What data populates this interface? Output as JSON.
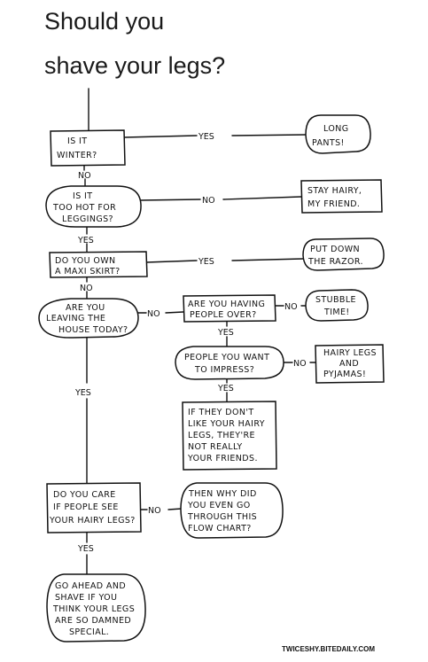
{
  "title": [
    "Should you",
    "shave your legs?"
  ],
  "credit": "TWICESHY.BITEDAILY.COM",
  "nodes": {
    "winter": [
      "IS IT",
      "WINTER?"
    ],
    "long_pants": [
      "LONG",
      "PANTS!"
    ],
    "too_hot": [
      "IS IT",
      "TOO HOT FOR",
      "LEGGINGS?"
    ],
    "stay_hairy": [
      "STAY HAIRY,",
      "MY FRIEND."
    ],
    "maxi": [
      "DO YOU OWN",
      "A MAXI SKIRT?"
    ],
    "razor": [
      "PUT DOWN",
      "THE RAZOR."
    ],
    "leaving": [
      "ARE YOU",
      "LEAVING THE",
      "HOUSE TODAY?"
    ],
    "people_over": [
      "ARE YOU HAVING",
      "PEOPLE OVER?"
    ],
    "stubble": [
      "STUBBLE",
      "TIME!"
    ],
    "impress": [
      "PEOPLE YOU WANT",
      "TO IMPRESS?"
    ],
    "pyjamas": [
      "HAIRY LEGS",
      "AND",
      "PYJAMAS!"
    ],
    "not_friends": [
      "IF THEY DON'T",
      "LIKE YOUR HAIRY",
      "LEGS, THEY'RE",
      "NOT REALLY",
      "YOUR FRIENDS."
    ],
    "care": [
      "DO YOU CARE",
      "IF PEOPLE SEE",
      "YOUR HAIRY LEGS?"
    ],
    "why": [
      "THEN WHY DID",
      "YOU EVEN GO",
      "THROUGH THIS",
      "FLOW CHART?"
    ],
    "go_ahead": [
      "GO AHEAD AND",
      "SHAVE IF YOU",
      "THINK YOUR LEGS",
      "ARE SO DAMNED",
      "SPECIAL."
    ]
  },
  "edges": {
    "yes1": "YES",
    "no1": "NO",
    "no2": "NO",
    "yes2": "YES",
    "yes3": "YES",
    "no3": "NO",
    "no4": "NO",
    "no5": "NO",
    "yes4": "YES",
    "no6": "NO",
    "yes5": "YES",
    "yes6": "YES",
    "no7": "NO",
    "yes7": "YES"
  }
}
